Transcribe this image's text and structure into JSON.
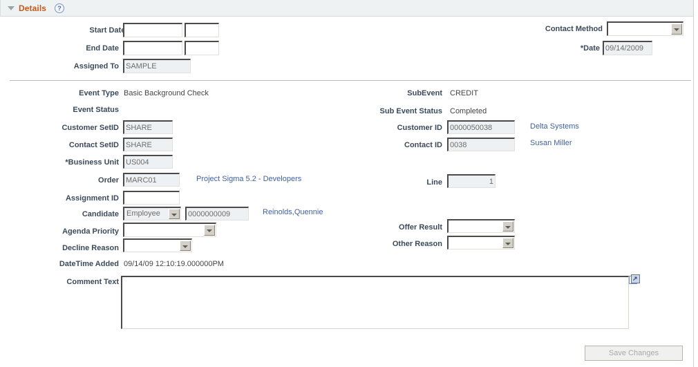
{
  "group": {
    "title": "Details",
    "help_icon": "question-mark-help-icon",
    "collapse_icon": "triangle-down-icon"
  },
  "form": {
    "start_date": {
      "label": "Start Date:",
      "value": "",
      "value2": ""
    },
    "end_date": {
      "label": "End Date",
      "value": "",
      "value2": ""
    },
    "assigned_to": {
      "label": "Assigned To",
      "value": "SAMPLE"
    },
    "contact_method": {
      "label": "Contact Method",
      "value": ""
    },
    "date": {
      "label": "*Date",
      "value": "09/14/2009"
    },
    "event_type": {
      "label": "Event Type",
      "value": "Basic Background Check"
    },
    "event_status": {
      "label": "Event Status",
      "value": ""
    },
    "subevent": {
      "label": "SubEvent",
      "value": "CREDIT"
    },
    "sub_event_status": {
      "label": "Sub Event Status",
      "value": "Completed"
    },
    "customer_setid": {
      "label": "Customer SetID",
      "value": "SHARE"
    },
    "contact_setid": {
      "label": "Contact SetID",
      "value": "SHARE"
    },
    "business_unit": {
      "label": "*Business Unit",
      "value": "US004"
    },
    "customer_id": {
      "label": "Customer ID",
      "value": "0000050038",
      "link": "Delta Systems"
    },
    "contact_id": {
      "label": "Contact ID",
      "value": "0038",
      "link": "Susan Miller"
    },
    "order": {
      "label": "Order",
      "value": "MARC01",
      "link": "Project Sigma 5.2 - Developers"
    },
    "line": {
      "label": "Line",
      "value": "1"
    },
    "assignment_id": {
      "label": "Assignment ID",
      "value": ""
    },
    "candidate": {
      "label": "Candidate",
      "type_value": "Employee",
      "id_value": "0000000009",
      "link": "Reinolds,Quennie"
    },
    "agenda_priority": {
      "label": "Agenda Priority",
      "value": ""
    },
    "offer_result": {
      "label": "Offer Result",
      "value": ""
    },
    "decline_reason": {
      "label": "Decline Reason",
      "value": ""
    },
    "other_reason": {
      "label": "Other Reason",
      "value": ""
    },
    "datetime_added": {
      "label": "DateTime Added",
      "value": "09/14/09 12:10:19.000000PM"
    },
    "comment_text": {
      "label": "Comment Text",
      "value": "",
      "expand_icon": "expand-long-text-icon"
    }
  },
  "actions": {
    "save_changes": "Save Changes"
  },
  "colors": {
    "group_title": "#c05a20",
    "label": "#3b4a5a",
    "link": "#40619e",
    "header_bg": "#eff2f3",
    "readonly_field_bg": "#eef1f3"
  }
}
